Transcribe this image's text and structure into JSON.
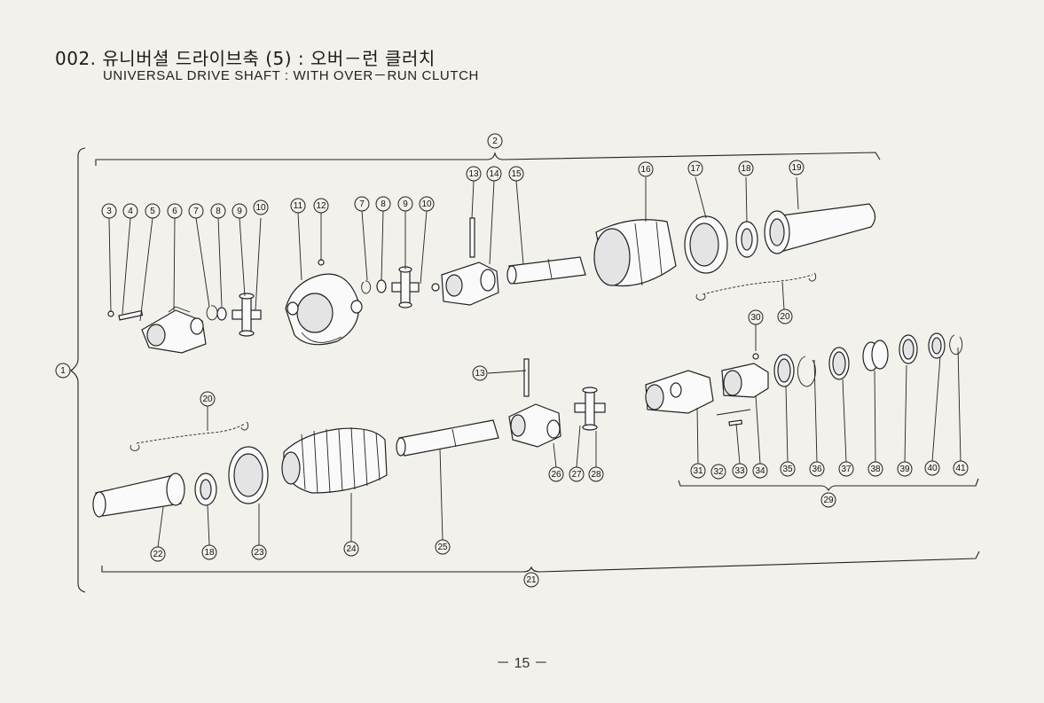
{
  "header": {
    "title_ko": "002. 유니버셜 드라이브축 (5) : 오버－런 클러치",
    "title_en": "UNIVERSAL DRIVE SHAFT : WITH OVER－RUN CLUTCH"
  },
  "page_number": "－ 15 －",
  "callouts": [
    {
      "id": "c1",
      "num": "1"
    },
    {
      "id": "c2",
      "num": "2"
    },
    {
      "id": "c3",
      "num": "3"
    },
    {
      "id": "c4",
      "num": "4"
    },
    {
      "id": "c5",
      "num": "5"
    },
    {
      "id": "c6",
      "num": "6"
    },
    {
      "id": "c7a",
      "num": "7"
    },
    {
      "id": "c8a",
      "num": "8"
    },
    {
      "id": "c9a",
      "num": "9"
    },
    {
      "id": "c10a",
      "num": "10"
    },
    {
      "id": "c11",
      "num": "11"
    },
    {
      "id": "c12",
      "num": "12"
    },
    {
      "id": "c7b",
      "num": "7"
    },
    {
      "id": "c8b",
      "num": "8"
    },
    {
      "id": "c9b",
      "num": "9"
    },
    {
      "id": "c10b",
      "num": "10"
    },
    {
      "id": "c13a",
      "num": "13"
    },
    {
      "id": "c14",
      "num": "14"
    },
    {
      "id": "c15",
      "num": "15"
    },
    {
      "id": "c16",
      "num": "16"
    },
    {
      "id": "c17",
      "num": "17"
    },
    {
      "id": "c18a",
      "num": "18"
    },
    {
      "id": "c19",
      "num": "19"
    },
    {
      "id": "c30",
      "num": "30"
    },
    {
      "id": "c20a",
      "num": "20"
    },
    {
      "id": "c13b",
      "num": "13"
    },
    {
      "id": "c20b",
      "num": "20"
    },
    {
      "id": "c26",
      "num": "26"
    },
    {
      "id": "c27",
      "num": "27"
    },
    {
      "id": "c28",
      "num": "28"
    },
    {
      "id": "c31",
      "num": "31"
    },
    {
      "id": "c32",
      "num": "32"
    },
    {
      "id": "c33",
      "num": "33"
    },
    {
      "id": "c34",
      "num": "34"
    },
    {
      "id": "c35",
      "num": "35"
    },
    {
      "id": "c36",
      "num": "36"
    },
    {
      "id": "c37",
      "num": "37"
    },
    {
      "id": "c38",
      "num": "38"
    },
    {
      "id": "c39",
      "num": "39"
    },
    {
      "id": "c40",
      "num": "40"
    },
    {
      "id": "c41",
      "num": "41"
    },
    {
      "id": "c29",
      "num": "29"
    },
    {
      "id": "c22",
      "num": "22"
    },
    {
      "id": "c18b",
      "num": "18"
    },
    {
      "id": "c23",
      "num": "23"
    },
    {
      "id": "c24",
      "num": "24"
    },
    {
      "id": "c25",
      "num": "25"
    },
    {
      "id": "c21",
      "num": "21"
    }
  ]
}
